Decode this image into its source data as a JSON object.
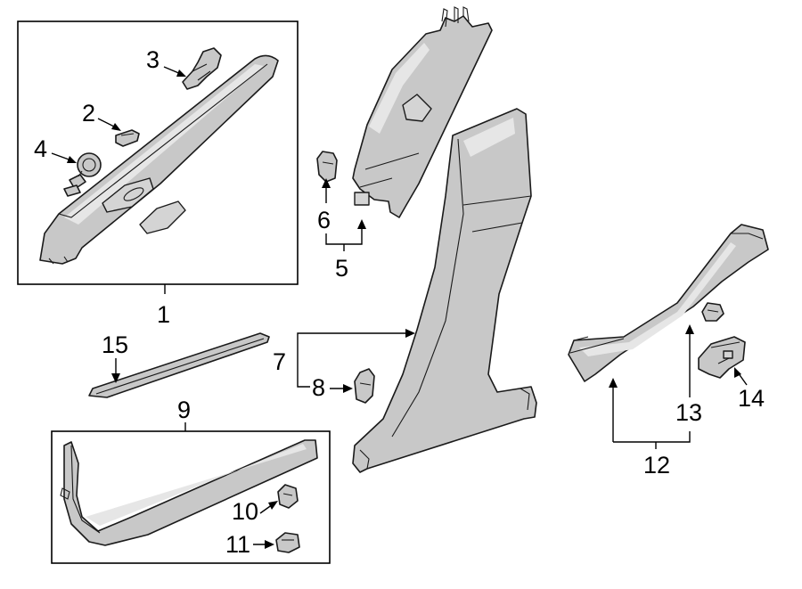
{
  "callouts": {
    "c1": "1",
    "c2": "2",
    "c3": "3",
    "c4": "4",
    "c5": "5",
    "c6": "6",
    "c7": "7",
    "c8": "8",
    "c9": "9",
    "c10": "10",
    "c11": "11",
    "c12": "12",
    "c13": "13",
    "c14": "14",
    "c15": "15"
  },
  "colors": {
    "part_fill": "#c8c8c8",
    "outline": "#1a1a1a",
    "background": "#ffffff"
  }
}
